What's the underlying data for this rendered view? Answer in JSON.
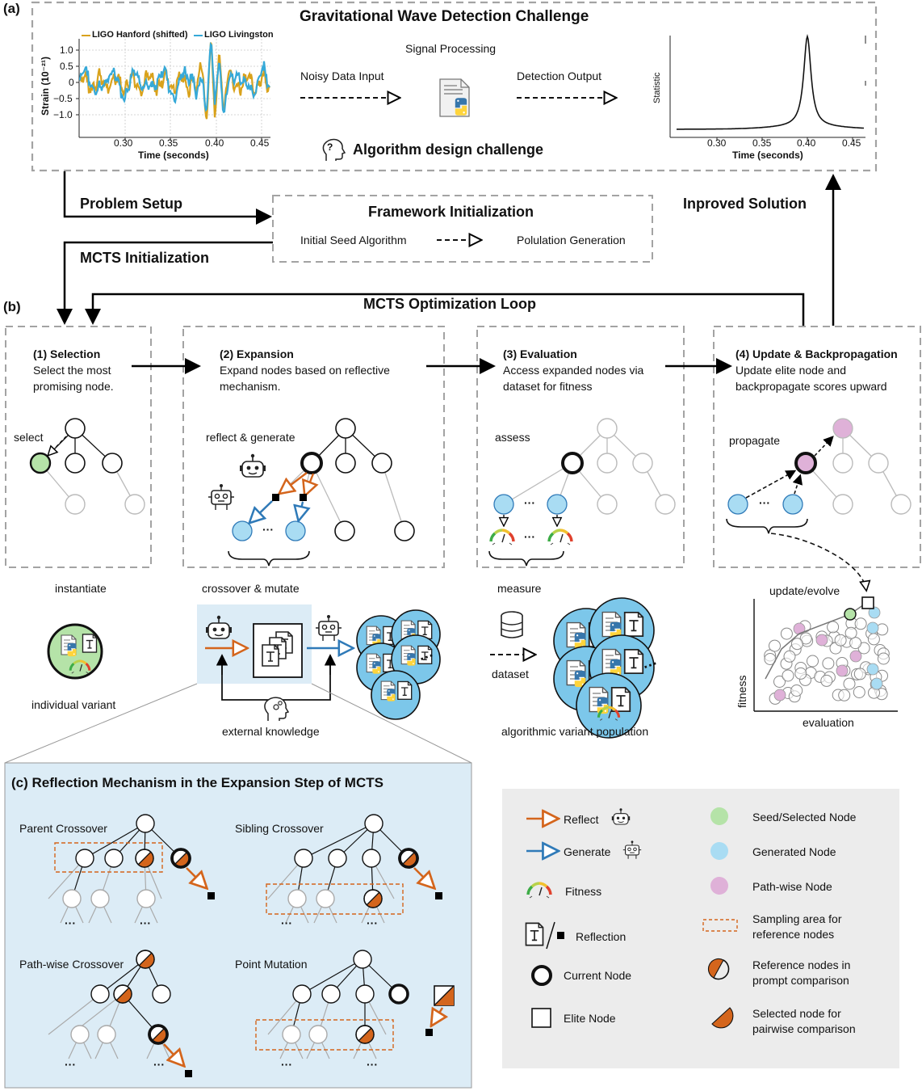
{
  "panel_labels": {
    "a": "(a)",
    "b": "(b)",
    "c": "(c)"
  },
  "top": {
    "title": "Gravitational Wave Detection Challenge",
    "signal_processing": "Signal Processing",
    "noisy_input": "Noisy Data Input",
    "detection_output": "Detection Output",
    "algorithm_challenge": "Algorithm design challenge",
    "help_symbol": "?"
  },
  "strain_plot": {
    "legend_hanford": "LIGO Hanford (shifted)",
    "legend_livingston": "LIGO Livingston",
    "ylabel": "Strain (10⁻²¹)",
    "xlabel": "Time (seconds)",
    "yticks": [
      "1.0",
      "0.5",
      "0",
      "−0.5",
      "−1.0"
    ],
    "xticks": [
      "0.30",
      "0.35",
      "0.40",
      "0.45"
    ],
    "colors": {
      "hanford": "#d9a21b",
      "livingston": "#36a9d8"
    }
  },
  "statistic_plot": {
    "ylabel": "Statistic",
    "xlabel": "Time (seconds)",
    "xticks": [
      "0.30",
      "0.35",
      "0.40",
      "0.45"
    ]
  },
  "flow": {
    "problem_setup": "Problem Setup",
    "mcts_initialization": "MCTS Initialization",
    "improved_solution": "Inproved Solution",
    "framework_title": "Framework Initialization",
    "seed_algorithm": "Initial Seed Algorithm",
    "population_generation": "Polulation Generation",
    "loop_title": "MCTS Optimization Loop"
  },
  "steps": [
    {
      "title": "(1) Selection",
      "line1": "Select the most",
      "line2": "promising node.",
      "tag": "select",
      "below": "instantiate"
    },
    {
      "title": "(2) Expansion",
      "line1": "Expand nodes based on reflective",
      "line2": "mechanism.",
      "tag": "reflect & generate",
      "below": "crossover & mutate"
    },
    {
      "title": "(3) Evaluation",
      "line1": "Access expanded nodes via",
      "line2": "dataset for fitness",
      "tag": "assess",
      "below": "measure"
    },
    {
      "title": "(4) Update & Backpropagation",
      "line1": "Update elite node and",
      "line2": "backpropagate scores upward",
      "tag": "propagate",
      "below": "update/evolve"
    }
  ],
  "ellipsis": "···",
  "bottom": {
    "individual_variant": "individual variant",
    "external_knowledge": "external knowledge",
    "dataset": "dataset",
    "population": "algorithmic variant population",
    "fitness_axis": "fitness",
    "evaluation_axis": "evaluation"
  },
  "reflection": {
    "title": "(c) Reflection Mechanism in the Expansion Step of MCTS",
    "parent": "Parent Crossover",
    "sibling": "Sibling Crossover",
    "pathwise": "Path-wise Crossover",
    "mutation": "Point Mutation"
  },
  "legend": {
    "reflect": "Reflect",
    "generate": "Generate",
    "fitness": "Fitness",
    "reflection": "Reflection",
    "current": "Current Node",
    "elite": "Elite Node",
    "seed": "Seed/Selected Node",
    "generated": "Generated Node",
    "pathwise": "Path-wise Node",
    "sampling_1": "Sampling area for",
    "sampling_2": "reference nodes",
    "reference_1": "Reference nodes in",
    "reference_2": "prompt comparison",
    "selected_1": "Selected node for",
    "selected_2": "pairwise comparison"
  },
  "colors": {
    "seed_green": "#b5e3a8",
    "generated_blue": "#a9dcf3",
    "pathwise_pink": "#dfb1d8",
    "reflect_orange": "#d4651c",
    "generate_blue": "#2f7ab8",
    "panel_c_bg": "#dcecf6",
    "legend_bg": "#ececec",
    "dashed_gray": "#a3a3a3"
  }
}
